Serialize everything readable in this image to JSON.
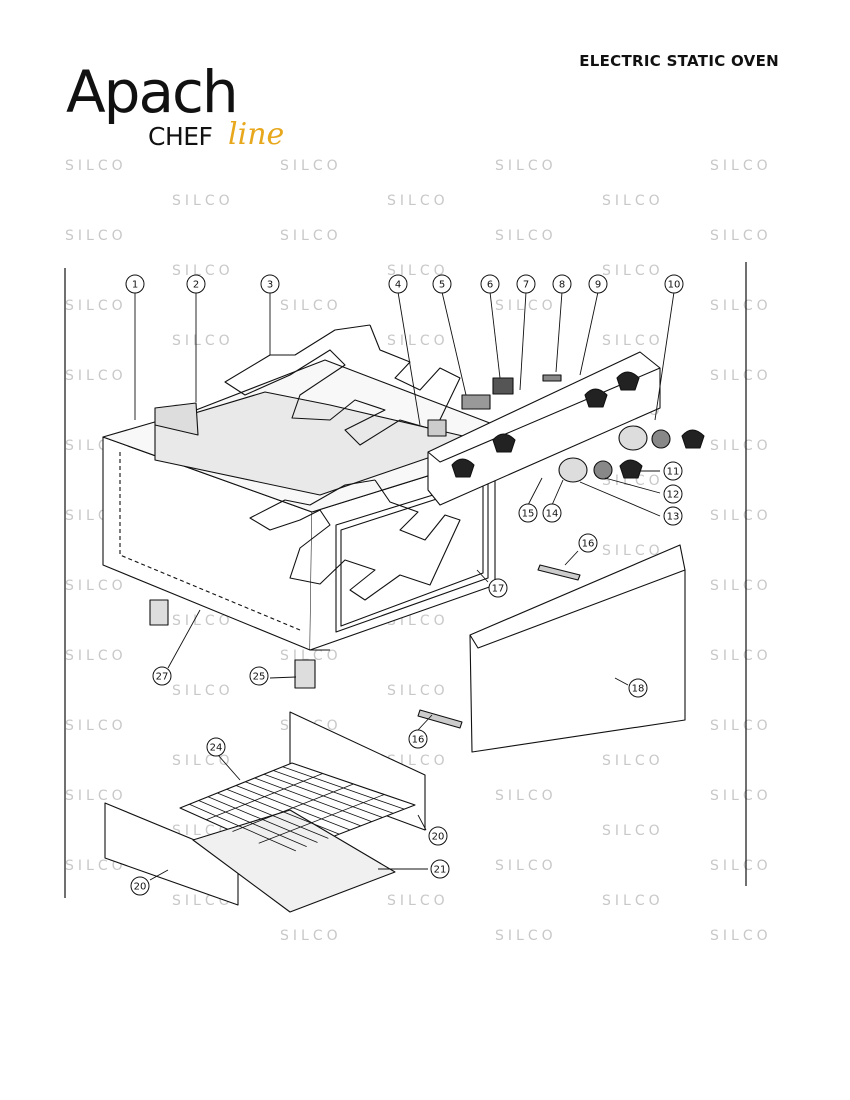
{
  "header": {
    "title": "ELECTRIC STATIC OVEN",
    "logo_brand": "Apach",
    "logo_sub": "CHEF",
    "logo_script": "line"
  },
  "watermark": "SILCO",
  "colors": {
    "accent": "#e8a81e",
    "line": "#111111",
    "watermark": "#c8c8c8"
  },
  "callouts": [
    "1",
    "2",
    "3",
    "4",
    "5",
    "6",
    "7",
    "8",
    "9",
    "10",
    "11",
    "12",
    "13",
    "14",
    "15",
    "16",
    "16",
    "17",
    "18",
    "20",
    "20",
    "21",
    "24",
    "25",
    "27"
  ]
}
